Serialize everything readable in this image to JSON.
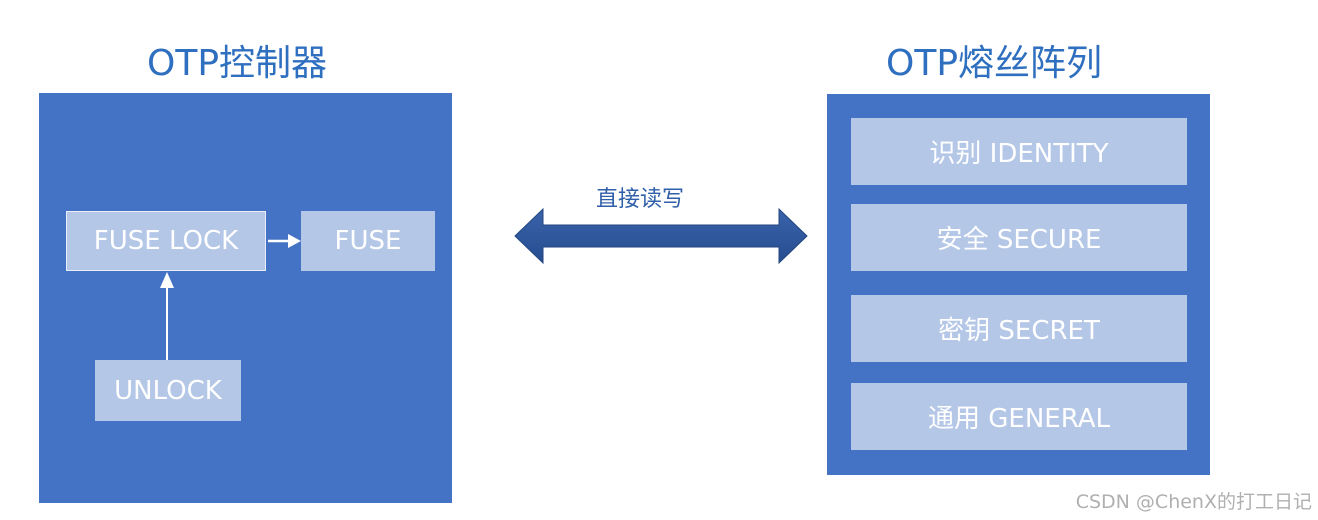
{
  "controller": {
    "title": "OTP控制器",
    "fuse_lock": "FUSE LOCK",
    "fuse": "FUSE",
    "unlock": "UNLOCK"
  },
  "fuse_array": {
    "title": "OTP熔丝阵列",
    "regions": [
      "识别 IDENTITY",
      "安全 SECURE",
      "密钥 SECRET",
      "通用 GENERAL"
    ]
  },
  "link": {
    "label": "直接读写"
  },
  "watermark": "CSDN @ChenX的打工日记",
  "colors": {
    "panel": "#4472c4",
    "box": "#b4c7e7",
    "title": "#2f6fbf",
    "arrow": "#2f5597"
  }
}
